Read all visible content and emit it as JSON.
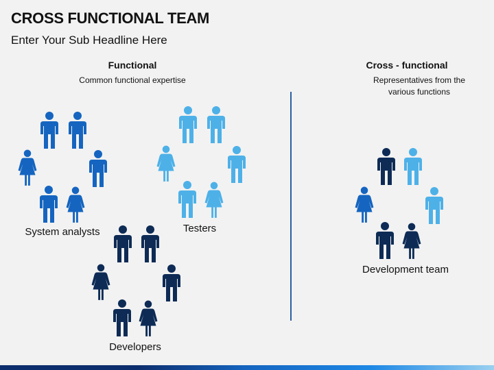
{
  "header": {
    "title": "CROSS FUNCTIONAL TEAM",
    "subtitle": "Enter Your Sub Headline Here"
  },
  "left_section": {
    "heading": "Functional",
    "description": "Common functional expertise"
  },
  "right_section": {
    "heading": "Cross - functional",
    "description": "Representatives from the various functions"
  },
  "groups": [
    {
      "id": "system-analysts",
      "label": "System analysts",
      "color": "#1565c0",
      "people": [
        "male",
        "male",
        "female",
        "male",
        "male",
        "female"
      ]
    },
    {
      "id": "testers",
      "label": "Testers",
      "color": "#4db1e8",
      "people": [
        "male",
        "male",
        "female",
        "male",
        "male",
        "female"
      ]
    },
    {
      "id": "developers",
      "label": "Developers",
      "color": "#0d2b55",
      "people": [
        "male",
        "male",
        "female",
        "male",
        "male",
        "female"
      ]
    },
    {
      "id": "development-team",
      "label": "Development team",
      "people": [
        "male",
        "male",
        "female",
        "male",
        "male",
        "female"
      ],
      "colors": [
        "#0d2b55",
        "#4db1e8",
        "#1565c0",
        "#4db1e8",
        "#0d2b55",
        "#0d2b55"
      ]
    }
  ],
  "colors": {
    "navy": "#0d2b55",
    "blue": "#1565c0",
    "light_blue": "#4db1e8",
    "divider": "#2a5fa0"
  }
}
